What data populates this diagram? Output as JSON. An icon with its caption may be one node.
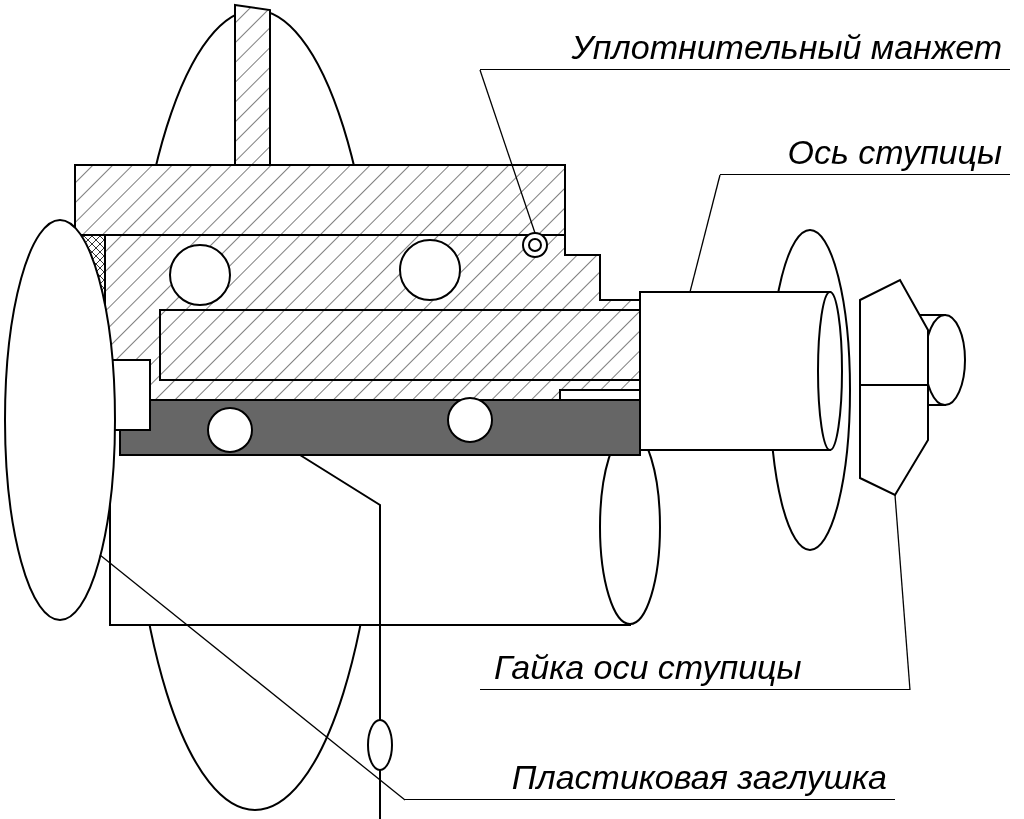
{
  "diagram": {
    "nodes": [
      {
        "text": [
          "Уплотнительный манжет"
        ]
      },
      {
        "text": [],
        "shape": "ring"
      },
      {
        "text": [
          "Ось ступицы"
        ]
      },
      {
        "text": [],
        "shape": "cylinder"
      },
      {
        "text": [
          "Гайка оси ступицы"
        ]
      },
      {
        "text": [],
        "shape": "hexagon"
      },
      {
        "text": [
          "Пластиковая заглушка"
        ]
      },
      {
        "text": [],
        "shape": "disc"
      }
    ],
    "edges": [
      {
        "from": 0,
        "to": 1,
        "arrow": "none"
      },
      {
        "from": 2,
        "to": 3,
        "arrow": "none"
      },
      {
        "from": 4,
        "to": 5,
        "arrow": "none"
      },
      {
        "from": 6,
        "to": 7,
        "arrow": "none"
      }
    ]
  }
}
